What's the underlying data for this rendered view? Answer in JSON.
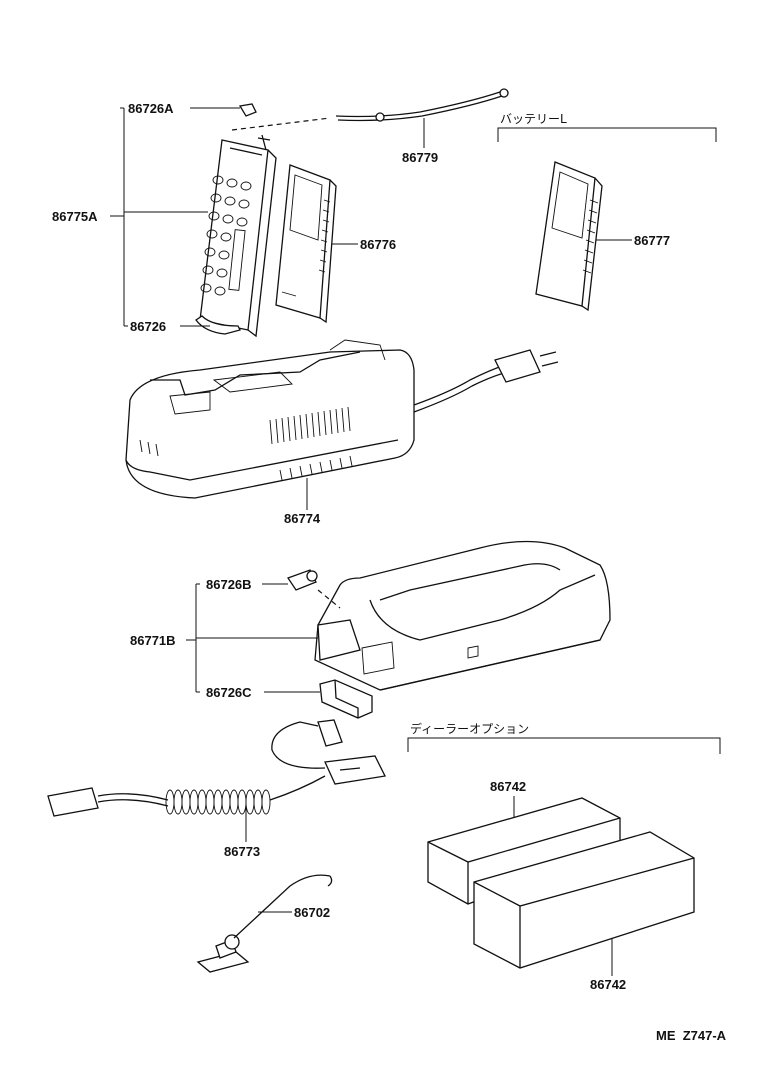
{
  "labels": {
    "p86726A": "86726A",
    "p86779": "86779",
    "p86775A": "86775A",
    "p86776": "86776",
    "p86777": "86777",
    "p86726": "86726",
    "p86774": "86774",
    "p86726B": "86726B",
    "p86771B": "86771B",
    "p86726C": "86726C",
    "p86773": "86773",
    "p86742a": "86742",
    "p86742b": "86742",
    "p86702": "86702"
  },
  "groups": {
    "battery": "バッテリーL",
    "dealer_option": "ディーラーオプション"
  },
  "diagram_code": "ME  Z747-A"
}
